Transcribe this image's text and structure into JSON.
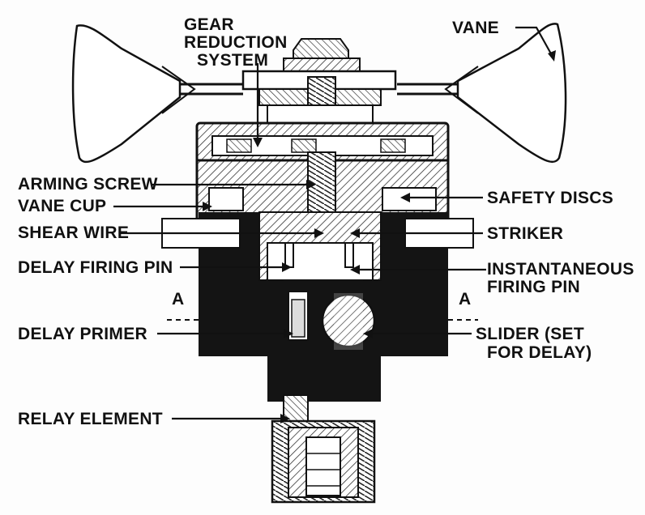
{
  "labels": {
    "gear_reduction_line1": "GEAR",
    "gear_reduction_line2": "REDUCTION",
    "gear_reduction_line3": "SYSTEM",
    "vane": "VANE",
    "arming_screw": "ARMING SCREW",
    "vane_cup": "VANE CUP",
    "safety_discs": "SAFETY DISCS",
    "shear_wire": "SHEAR WIRE",
    "striker": "STRIKER",
    "delay_firing_pin": "DELAY FIRING PIN",
    "instantaneous_line1": "INSTANTANEOUS",
    "instantaneous_line2": "FIRING PIN",
    "section_a_left": "A",
    "section_a_right": "A",
    "delay_primer": "DELAY PRIMER",
    "slider_line1": "SLIDER (SET",
    "slider_line2": "FOR DELAY)",
    "relay_element": "RELAY ELEMENT"
  },
  "colors": {
    "ink": "#111111",
    "hatch_gray": "#8a8a8a",
    "body_black": "#141414",
    "paper": "#ffffff",
    "bleed_text": "#9a9a9a"
  }
}
